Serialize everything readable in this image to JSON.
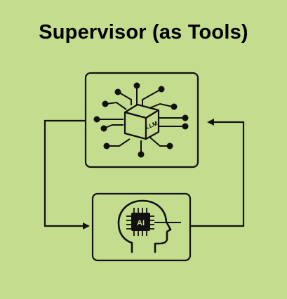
{
  "title": "Supervisor (as Tools)",
  "llm_node": {
    "label": "LLM",
    "icon": "llm-chip-network-icon"
  },
  "agent_node": {
    "label": "AI",
    "icon": "ai-head-chip-icon"
  },
  "colors": {
    "background": "#c3dc8d",
    "stroke": "#111111",
    "box_fill": "#c3dc8d"
  }
}
